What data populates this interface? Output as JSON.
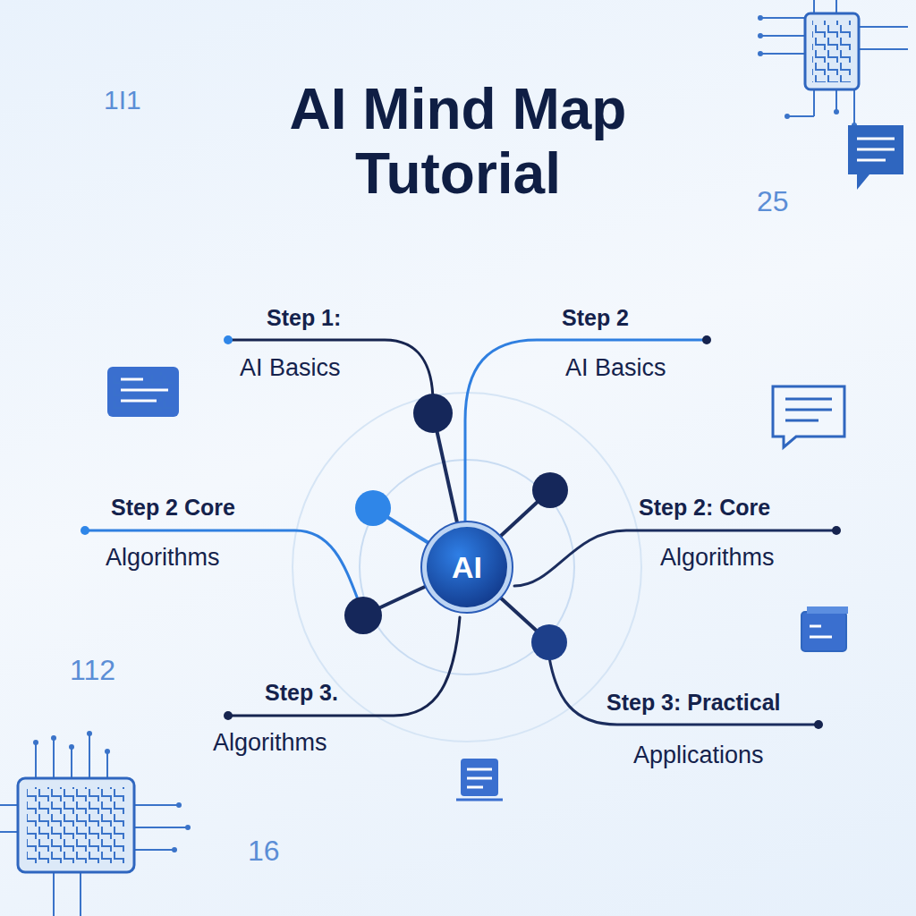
{
  "diagram": {
    "title": "AI Mind Map Tutorial",
    "nodes": [
      {
        "text": [
          "AI"
        ]
      }
    ],
    "labels": [
      "Step 1:",
      "AI Basics",
      "Step 2",
      "AI Basics",
      "Step 2 Core",
      "Algorithms",
      "Step 2: Core",
      "Algorithms",
      "Step 3.",
      "Algorithms",
      "Step 3: Practical",
      "Applications",
      "1I1",
      "25",
      "112",
      "16"
    ]
  }
}
